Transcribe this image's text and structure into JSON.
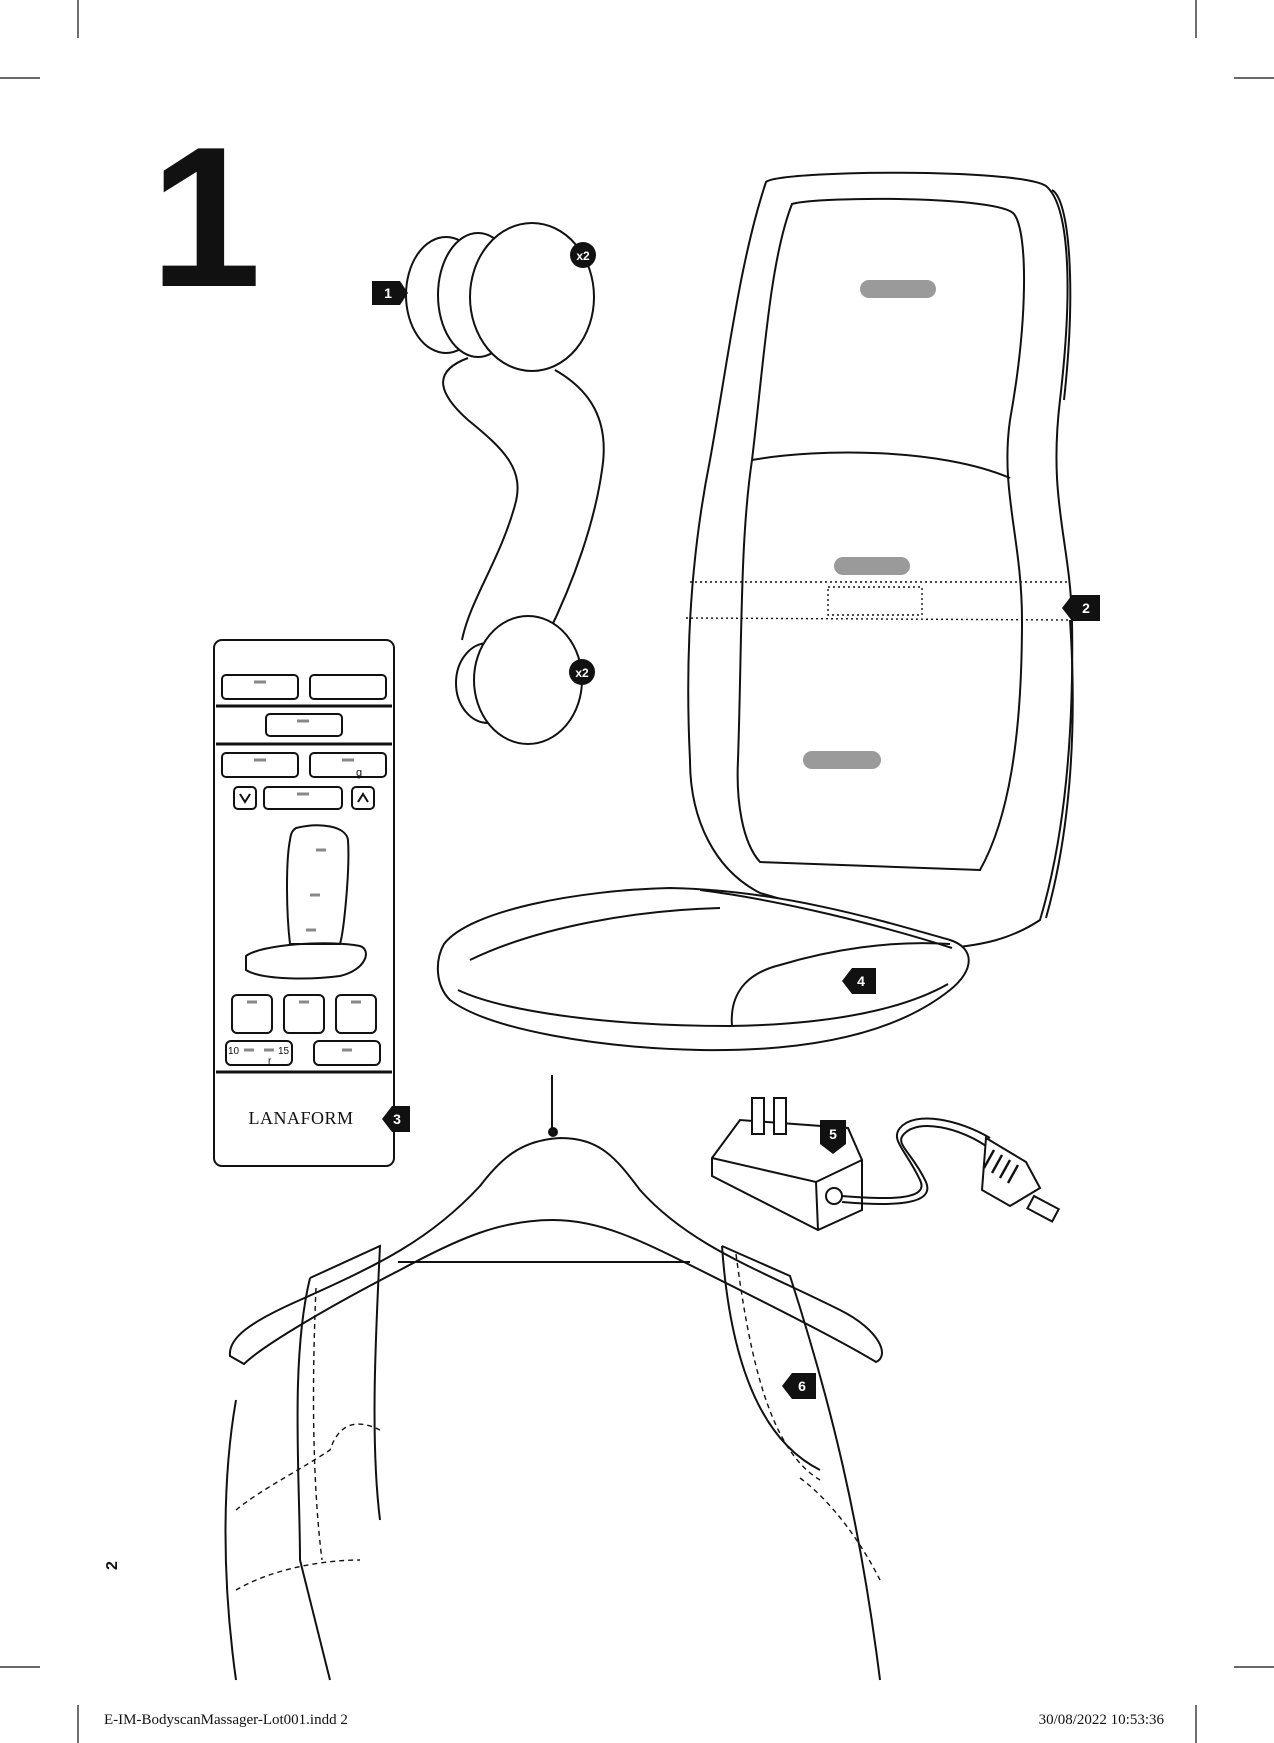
{
  "page": {
    "step_number": "1",
    "page_number": "2",
    "footer_left": "E-IM-BodyscanMassager-Lot001.indd   2",
    "footer_right": "30/08/2022   10:53:36"
  },
  "badges": {
    "b1": "1",
    "b2": "2",
    "b3": "3",
    "b4": "4",
    "b5": "5",
    "b6": "6",
    "x2_top": "x2",
    "x2_bottom": "x2"
  },
  "remote": {
    "brand": "LANAFORM",
    "intensity_left": "10",
    "intensity_right": "15",
    "intensity_sub": "r",
    "button_sub": "g"
  },
  "colors": {
    "ink": "#111111",
    "grey_pad": "#9a9a9a",
    "paper": "#ffffff"
  }
}
